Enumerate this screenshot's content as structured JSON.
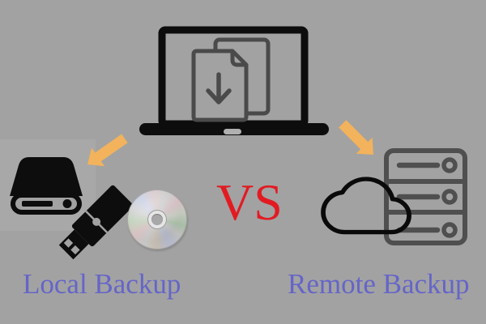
{
  "graphic": {
    "versus_label": "VS",
    "source": {
      "icon": "laptop-file-download-icon",
      "description": "laptop with documents and download arrow on screen"
    },
    "left": {
      "label": "Local Backup",
      "icons": [
        "external-hard-drive-icon",
        "usb-flash-drive-icon",
        "cd-disc-icon"
      ],
      "arrow_icon": "arrow-down-left-icon"
    },
    "right": {
      "label": "Remote Backup",
      "icons": [
        "cloud-icon",
        "server-rack-icon"
      ],
      "arrow_icon": "arrow-down-right-icon"
    }
  },
  "colors": {
    "background": "#a2a2a2",
    "background_patch": "#a8a8a8",
    "arrow_orange": "#f2b35c",
    "versus_red": "#e21b22",
    "label_blue": "#6565c8",
    "icon_black": "#0d0d0d",
    "document_gray": "#4a4a4a",
    "server_gray": "#4f4f4f",
    "cd_silver": "#c8c8c8"
  }
}
